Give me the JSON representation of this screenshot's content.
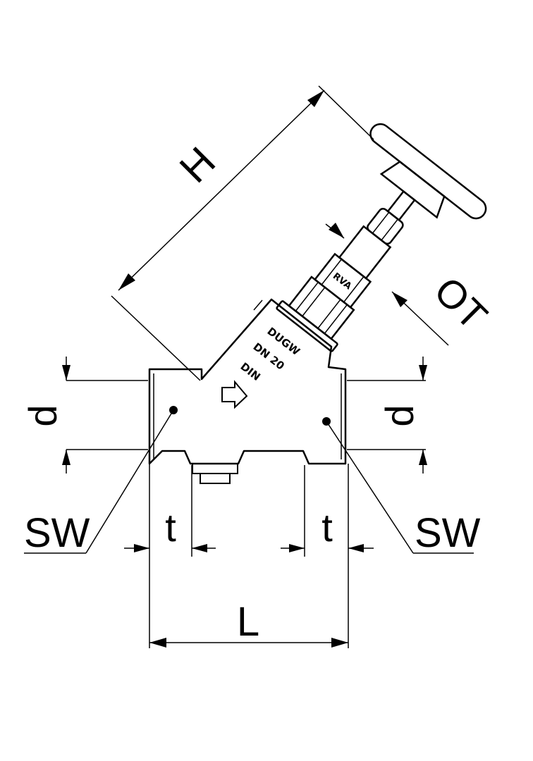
{
  "labels": {
    "height": "H",
    "thread": "OT",
    "diameter_left": "d",
    "diameter_right": "d",
    "wrench_left": "SW",
    "wrench_right": "SW",
    "depth_left": "t",
    "depth_right": "t",
    "length": "L"
  },
  "markings": {
    "brand": "DUGW",
    "size": "DN 20",
    "standard": "DIN",
    "bonnet": "RVA"
  },
  "colors": {
    "ink": "#000000",
    "paper": "#ffffff"
  }
}
